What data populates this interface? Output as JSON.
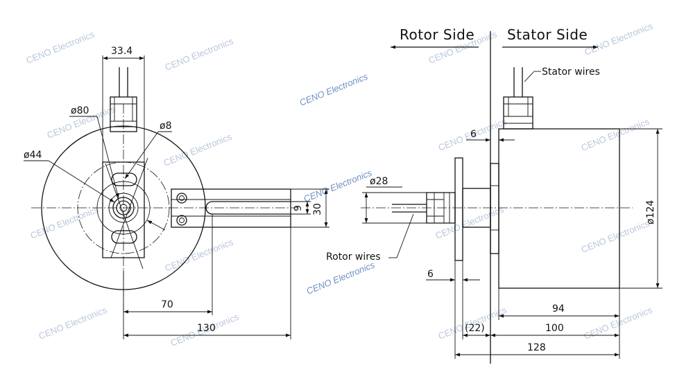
{
  "headers": {
    "rotor_side": "Rotor Side",
    "stator_side": "Stator Side"
  },
  "labels": {
    "stator_wires": "Stator wires",
    "rotor_wires": "Rotor wires"
  },
  "dimensions": {
    "d33_4": "33.4",
    "d80": "ø80",
    "d8": "ø8",
    "d44": "ø44",
    "d9": "9",
    "d30": "30",
    "d70": "70",
    "d130": "130",
    "d28": "ø28",
    "d6_top": "6",
    "d6_bottom": "6",
    "d124": "ø124",
    "d94": "94",
    "d22": "(22)",
    "d100": "100",
    "d128": "128"
  },
  "watermark": "CENO Electronics"
}
